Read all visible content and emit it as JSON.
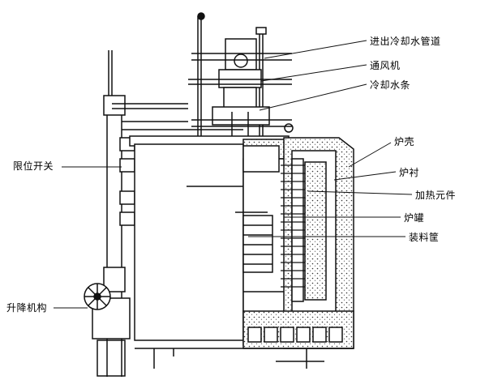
{
  "diagram": {
    "labels": {
      "cooling_pipe": "进出冷却水管道",
      "fan": "通风机",
      "cooling_strip": "冷却水条",
      "shell": "炉壳",
      "lining": "炉衬",
      "heating_element": "加热元件",
      "retort": "炉罐",
      "basket": "装料筐",
      "limit_switch": "限位开关",
      "lift_mechanism": "升降机构"
    },
    "colors": {
      "line": "#111111",
      "insulation": "#cfcfcf",
      "background": "#ffffff"
    }
  }
}
